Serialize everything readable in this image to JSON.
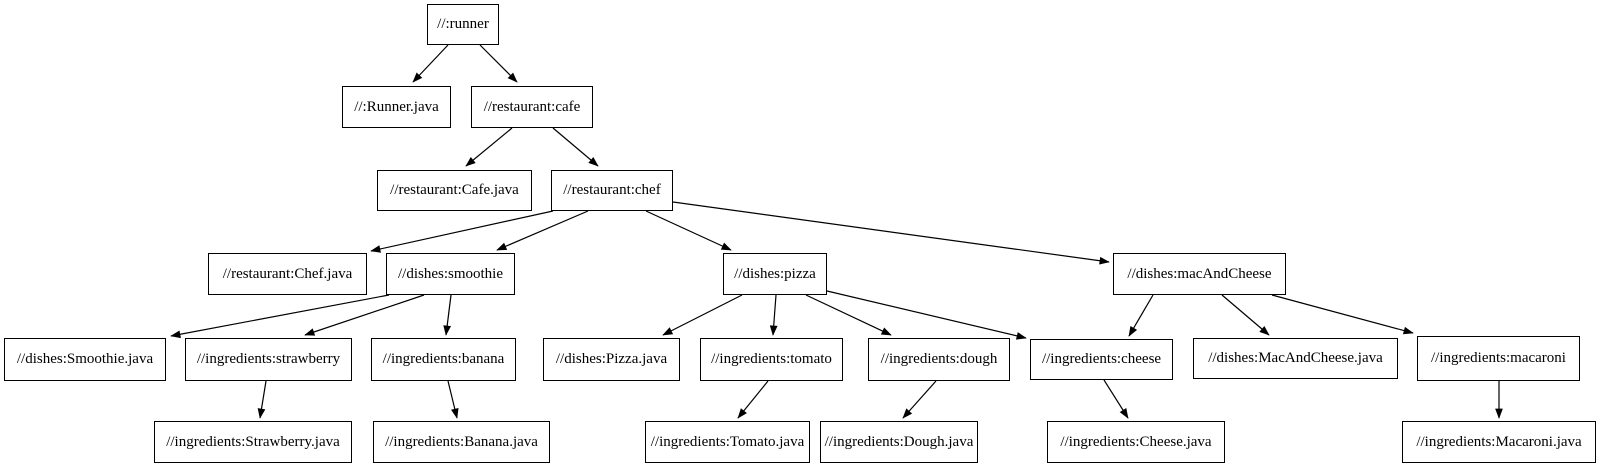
{
  "diagram": {
    "kind": "build-dependency-graph",
    "background_color": "#ffffff",
    "node_fill_color": "#ffffff",
    "node_border_color": "#000000",
    "edge_color": "#000000",
    "nodes": [
      {
        "id": "runner",
        "label": "//:runner"
      },
      {
        "id": "runner_java",
        "label": "//:Runner.java"
      },
      {
        "id": "cafe",
        "label": "//restaurant:cafe"
      },
      {
        "id": "cafe_java",
        "label": "//restaurant:Cafe.java"
      },
      {
        "id": "chef",
        "label": "//restaurant:chef"
      },
      {
        "id": "chef_java",
        "label": "//restaurant:Chef.java"
      },
      {
        "id": "smoothie",
        "label": "//dishes:smoothie"
      },
      {
        "id": "smoothie_java",
        "label": "//dishes:Smoothie.java"
      },
      {
        "id": "strawberry",
        "label": "//ingredients:strawberry"
      },
      {
        "id": "strawberry_java",
        "label": "//ingredients:Strawberry.java"
      },
      {
        "id": "banana",
        "label": "//ingredients:banana"
      },
      {
        "id": "banana_java",
        "label": "//ingredients:Banana.java"
      },
      {
        "id": "pizza",
        "label": "//dishes:pizza"
      },
      {
        "id": "pizza_java",
        "label": "//dishes:Pizza.java"
      },
      {
        "id": "tomato",
        "label": "//ingredients:tomato"
      },
      {
        "id": "tomato_java",
        "label": "//ingredients:Tomato.java"
      },
      {
        "id": "dough",
        "label": "//ingredients:dough"
      },
      {
        "id": "dough_java",
        "label": "//ingredients:Dough.java"
      },
      {
        "id": "cheese",
        "label": "//ingredients:cheese"
      },
      {
        "id": "cheese_java",
        "label": "//ingredients:Cheese.java"
      },
      {
        "id": "mac",
        "label": "//dishes:macAndCheese"
      },
      {
        "id": "mac_java",
        "label": "//dishes:MacAndCheese.java"
      },
      {
        "id": "macaroni",
        "label": "//ingredients:macaroni"
      },
      {
        "id": "macaroni_java",
        "label": "//ingredients:Macaroni.java"
      }
    ],
    "edges": [
      {
        "from": "runner",
        "to": "runner_java"
      },
      {
        "from": "runner",
        "to": "cafe"
      },
      {
        "from": "cafe",
        "to": "cafe_java"
      },
      {
        "from": "cafe",
        "to": "chef"
      },
      {
        "from": "chef",
        "to": "chef_java"
      },
      {
        "from": "chef",
        "to": "smoothie"
      },
      {
        "from": "chef",
        "to": "pizza"
      },
      {
        "from": "chef",
        "to": "mac"
      },
      {
        "from": "smoothie",
        "to": "smoothie_java"
      },
      {
        "from": "smoothie",
        "to": "strawberry"
      },
      {
        "from": "smoothie",
        "to": "banana"
      },
      {
        "from": "pizza",
        "to": "pizza_java"
      },
      {
        "from": "pizza",
        "to": "tomato"
      },
      {
        "from": "pizza",
        "to": "dough"
      },
      {
        "from": "pizza",
        "to": "cheese"
      },
      {
        "from": "mac",
        "to": "cheese"
      },
      {
        "from": "mac",
        "to": "mac_java"
      },
      {
        "from": "mac",
        "to": "macaroni"
      },
      {
        "from": "strawberry",
        "to": "strawberry_java"
      },
      {
        "from": "banana",
        "to": "banana_java"
      },
      {
        "from": "tomato",
        "to": "tomato_java"
      },
      {
        "from": "dough",
        "to": "dough_java"
      },
      {
        "from": "cheese",
        "to": "cheese_java"
      },
      {
        "from": "macaroni",
        "to": "macaroni_java"
      }
    ]
  }
}
